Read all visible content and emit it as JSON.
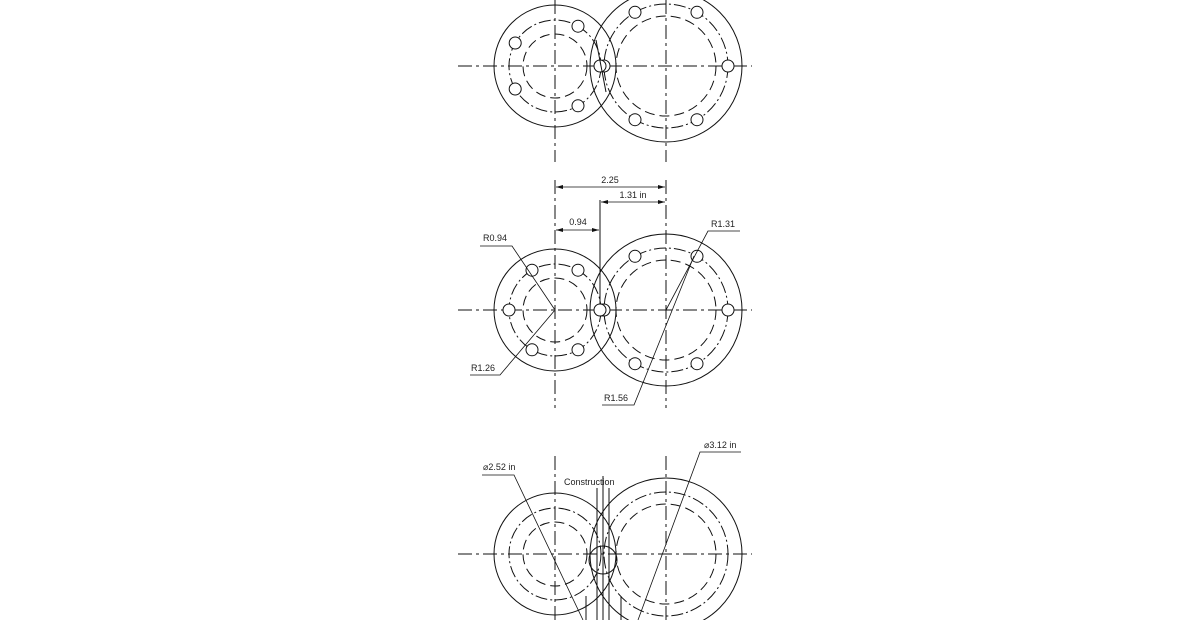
{
  "drawing": {
    "dimensions": {
      "center_distance": "2.25",
      "right_offset": "1.31 in",
      "left_offset": "0.94",
      "left_radius": "R0.94",
      "right_radius": "R1.31",
      "left_outer_radius": "R1.26",
      "right_outer_radius": "R1.56",
      "left_diameter": "⌀2.52 in",
      "right_diameter": "⌀3.12 in"
    },
    "construction_label": "Construction"
  }
}
